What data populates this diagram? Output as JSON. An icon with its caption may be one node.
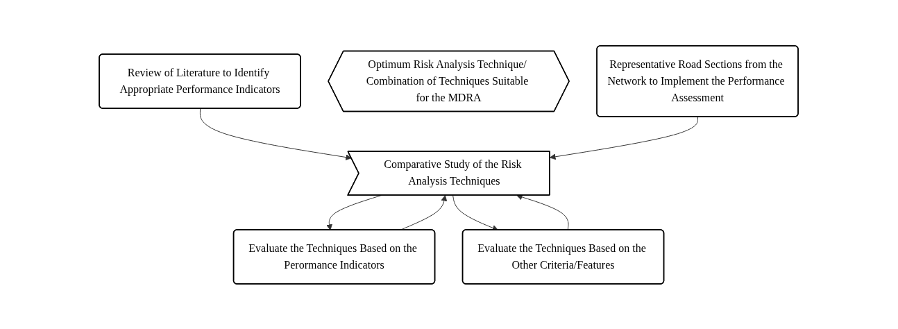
{
  "diagram": {
    "nodes": [
      {
        "text": [
          "Review of Literature to Identify Appropriate Performance Indicators"
        ]
      },
      {
        "text": [
          "Evaluate the Techniques Based on the Perormance Indicators"
        ]
      },
      {
        "text": [
          "Comparative Study of the Risk Analysis Techniques"
        ]
      },
      {
        "text": [
          "Optimum Risk Analysis Technique/ Combination of Techniques Suitable for the MDRA"
        ]
      },
      {
        "text": [
          "Representative Road Sections from the Network to Implement the Performance Assessment"
        ]
      },
      {
        "text": [
          "Evaluate the Techniques Based on the Other Criteria/Features"
        ]
      }
    ],
    "edges": [
      {
        "from": 0,
        "to": 2,
        "arrow": "to"
      },
      {
        "from": 2,
        "to": 1,
        "arrow": "to"
      },
      {
        "from": 1,
        "to": 2,
        "arrow": "to"
      },
      {
        "from": 4,
        "to": 2,
        "arrow": "to"
      },
      {
        "from": 2,
        "to": 5,
        "arrow": "to"
      },
      {
        "from": 5,
        "to": 2,
        "arrow": "to"
      }
    ]
  }
}
